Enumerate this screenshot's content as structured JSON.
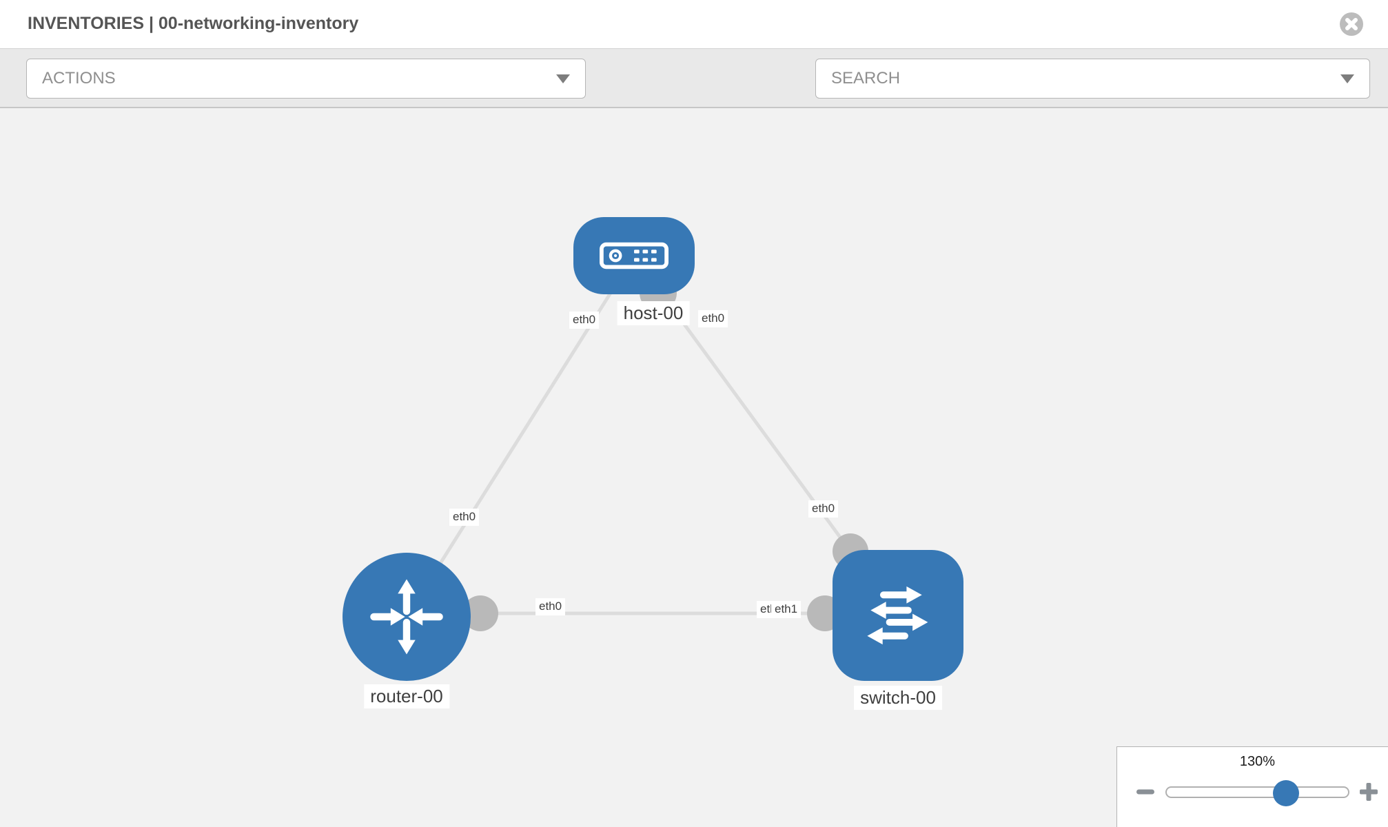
{
  "header": {
    "title": "INVENTORIES | 00-networking-inventory"
  },
  "toolbar": {
    "actions_placeholder": "ACTIONS",
    "search_placeholder": "SEARCH"
  },
  "topology": {
    "nodes": [
      {
        "name": "host-00",
        "type": "host"
      },
      {
        "name": "router-00",
        "type": "router"
      },
      {
        "name": "switch-00",
        "type": "switch"
      }
    ],
    "links": [
      {
        "from": "host-00",
        "to": "router-00",
        "from_label": "eth0",
        "to_label": "eth0"
      },
      {
        "from": "host-00",
        "to": "switch-00",
        "from_label": "eth0",
        "to_label": "eth0"
      },
      {
        "from": "router-00",
        "to": "switch-00",
        "from_label": "eth0",
        "to_label": "eth1",
        "to_label_overlap": "eth1"
      }
    ]
  },
  "zoom_control": {
    "level": "130%"
  },
  "colors": {
    "node_blue": "#3778b5",
    "link_gray": "#dcdcdc",
    "interface_gray": "#b9b9b9"
  }
}
